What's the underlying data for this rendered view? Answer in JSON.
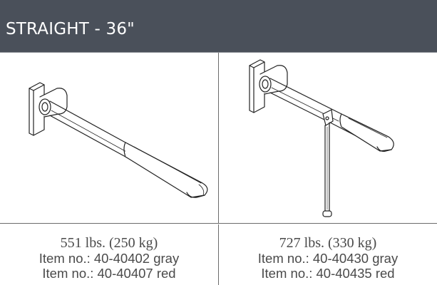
{
  "header": {
    "title": "STRAIGHT - 36\""
  },
  "products": [
    {
      "weight": "551 lbs. (250 kg)",
      "item_gray": "Item no.: 40-40402 gray",
      "item_red": "Item no.: 40-40407 red",
      "illustration": "grab-bar-illustration"
    },
    {
      "weight": "727 lbs. (330 kg)",
      "item_gray": "Item no.: 40-40430 gray",
      "item_red": "Item no.: 40-40435 red",
      "illustration": "grab-bar-with-leg-illustration"
    }
  ],
  "colors": {
    "header_bg": "#4a505a",
    "header_text": "#ffffff",
    "line": "#6b6b6b"
  }
}
